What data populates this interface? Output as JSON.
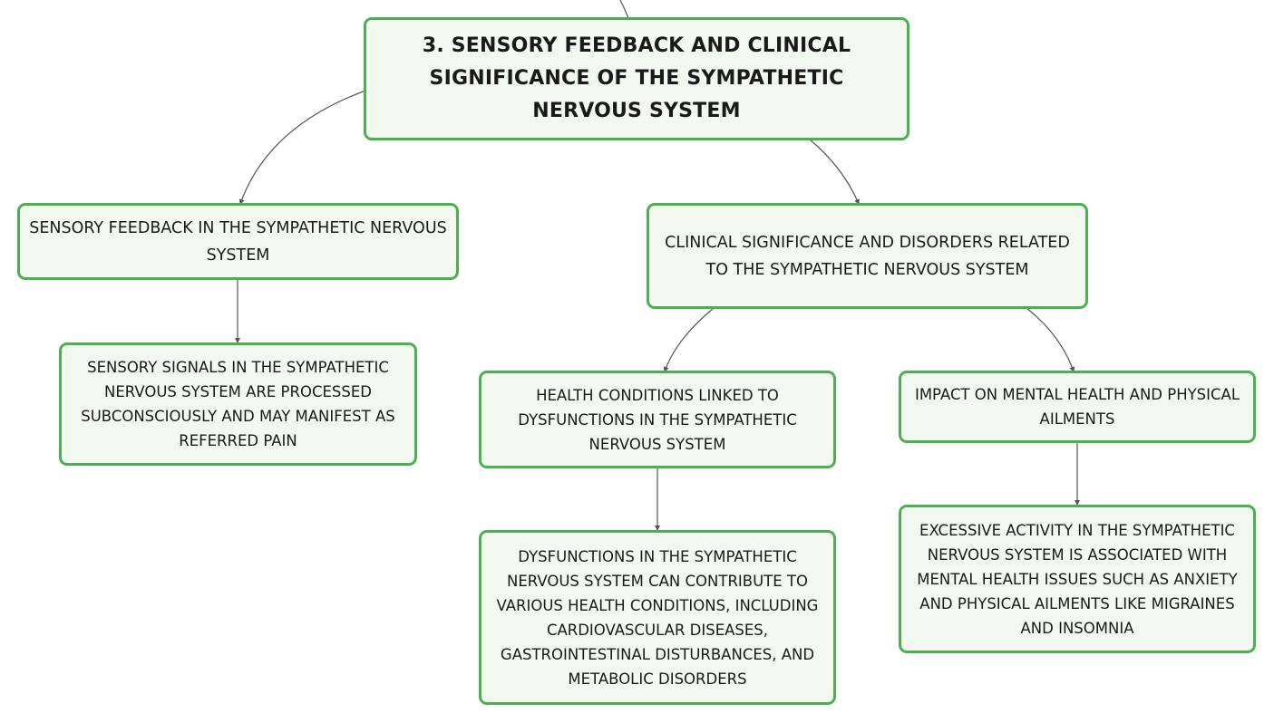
{
  "diagram": {
    "root": {
      "label": "3. SENSORY FEEDBACK AND CLINICAL SIGNIFICANCE OF THE SYMPATHETIC NERVOUS SYSTEM"
    },
    "branches": [
      {
        "label": "SENSORY FEEDBACK IN THE SYMPATHETIC NERVOUS SYSTEM",
        "children": [
          {
            "label": "SENSORY SIGNALS IN THE SYMPATHETIC NERVOUS SYSTEM ARE PROCESSED SUBCONSCIOUSLY AND MAY MANIFEST AS REFERRED PAIN"
          }
        ]
      },
      {
        "label": "CLINICAL SIGNIFICANCE AND DISORDERS RELATED TO THE SYMPATHETIC NERVOUS SYSTEM",
        "children": [
          {
            "label": "HEALTH CONDITIONS LINKED TO DYSFUNCTIONS IN THE SYMPATHETIC NERVOUS SYSTEM",
            "children": [
              {
                "label": "DYSFUNCTIONS IN THE SYMPATHETIC NERVOUS SYSTEM CAN CONTRIBUTE TO VARIOUS HEALTH CONDITIONS, INCLUDING CARDIOVASCULAR DISEASES, GASTROINTESTINAL DISTURBANCES, AND METABOLIC DISORDERS"
              }
            ]
          },
          {
            "label": "IMPACT ON MENTAL HEALTH AND PHYSICAL AILMENTS",
            "children": [
              {
                "label": "EXCESSIVE ACTIVITY IN THE SYMPATHETIC NERVOUS SYSTEM IS ASSOCIATED WITH MENTAL HEALTH ISSUES SUCH AS ANXIETY AND PHYSICAL AILMENTS LIKE MIGRAINES AND INSOMNIA"
              }
            ]
          }
        ]
      }
    ],
    "colors": {
      "node_border": "#4caf50",
      "node_fill": "#f1f9f1",
      "connector": "#555555",
      "text": "#1a1a1a"
    }
  }
}
